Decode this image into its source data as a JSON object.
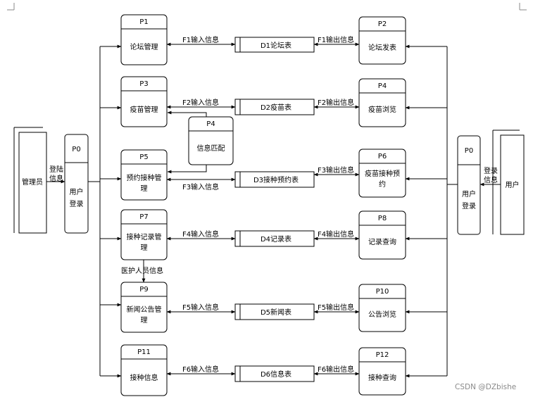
{
  "entities": {
    "admin": "管理员",
    "user": "用户"
  },
  "login": {
    "left": {
      "id": "P0",
      "name_l1": "用户",
      "name_l2": "登录"
    },
    "right": {
      "id": "P0",
      "name_l1": "用户",
      "name_l2": "登录"
    },
    "left_flow_l1": "登陆",
    "left_flow_l2": "信息",
    "right_flow_l1": "登录",
    "right_flow_l2": "信息"
  },
  "processes": {
    "p1": {
      "id": "P1",
      "name": "论坛管理"
    },
    "p2": {
      "id": "P2",
      "name": "论坛发表"
    },
    "p3": {
      "id": "P3",
      "name": "疫苗管理"
    },
    "p4r": {
      "id": "P4",
      "name": "疫苗浏览"
    },
    "p4m": {
      "id": "P4",
      "name": "信息匹配"
    },
    "p5": {
      "id": "P5",
      "name_l1": "预约接种管",
      "name_l2": "理"
    },
    "p6": {
      "id": "P6",
      "name_l1": "疫苗接种预",
      "name_l2": "约"
    },
    "p7": {
      "id": "P7",
      "name_l1": "接种记录管",
      "name_l2": "理"
    },
    "p8": {
      "id": "P8",
      "name": "记录查询"
    },
    "p9": {
      "id": "P9",
      "name_l1": "新闻公告管",
      "name_l2": "理"
    },
    "p10": {
      "id": "P10",
      "name": "公告浏览"
    },
    "p11": {
      "id": "P11",
      "name": "接种信息"
    },
    "p12": {
      "id": "P12",
      "name": "接种查询"
    }
  },
  "stores": {
    "d1": "D1论坛表",
    "d2": "D2疫苗表",
    "d3": "D3接种预约表",
    "d4": "D4记录表",
    "d5": "D5新闻表",
    "d6": "D6信息表"
  },
  "flows": {
    "f1_in": "F1输入信息",
    "f1_out": "F1输出信息",
    "f2_in": "F2输入信息",
    "f2_out": "F2输出信息",
    "f3_in": "F3输入信息",
    "f3_out": "F3输出信息",
    "f4_in": "F4输入信息",
    "f4_out": "F4输出信息",
    "f5_in": "F5输入信息",
    "f5_out": "F5输出信息",
    "f6_in": "F6输入信息",
    "f6_out": "F6输出信息",
    "medical": "医护人员信息"
  },
  "watermark": "CSDN @DZbishe"
}
